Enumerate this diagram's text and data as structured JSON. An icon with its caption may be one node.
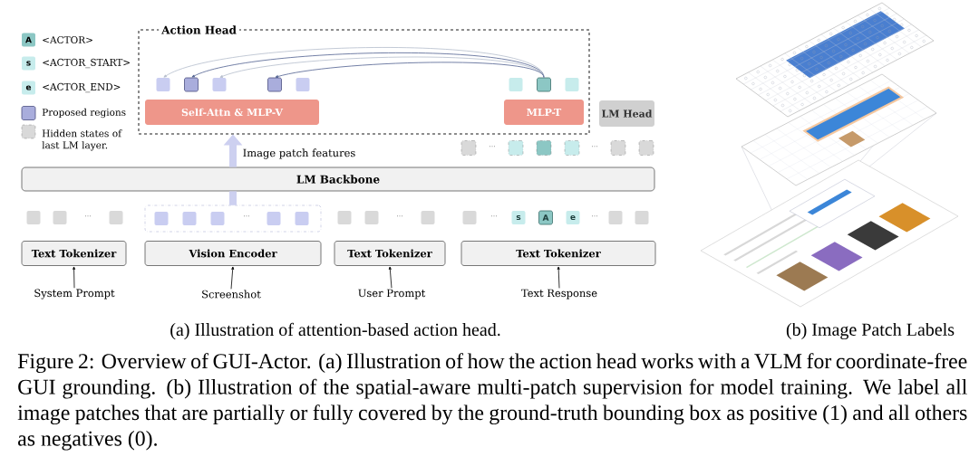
{
  "diagram": {
    "caption": "Figure 2: Overview of GUI-Actor. (a) Illustration of how the action head works with a VLM for coordinate-free GUI grounding. (b) Illustration of the spatial-aware multi-patch supervision for model training. We label all image patches that are partially or fully covered by the ground-truth bounding box as positive (1) and all others as negatives (0).",
    "nodes": [
      {
        "text": [
          "Action Head"
        ]
      },
      {
        "text": [],
        "shape": "box",
        "in": 0
      },
      {
        "text": [],
        "shape": "box",
        "in": 0
      },
      {
        "text": [],
        "shape": "box",
        "in": 0
      },
      {
        "text": [],
        "shape": "box",
        "in": 0
      },
      {
        "text": [],
        "shape": "box",
        "in": 0
      },
      {
        "text": [],
        "shape": "box",
        "in": 0
      },
      {
        "text": [],
        "shape": "box",
        "in": 0
      },
      {
        "text": [],
        "shape": "box",
        "in": 0
      },
      {
        "text": [
          "Self-Attn & MLP-V"
        ],
        "in": 0
      },
      {
        "text": [
          "MLP-T"
        ],
        "in": 0
      },
      {
        "text": [
          "LM Head"
        ]
      },
      {
        "text": [],
        "shape": "box"
      },
      {
        "text": [],
        "shape": "box"
      },
      {
        "text": [],
        "shape": "box"
      },
      {
        "text": [],
        "shape": "box"
      },
      {
        "text": [],
        "shape": "box"
      },
      {
        "text": [],
        "shape": "box"
      },
      {
        "text": [
          "LM Backbone"
        ]
      },
      {
        "text": [],
        "shape": "box"
      },
      {
        "text": [],
        "shape": "box"
      },
      {
        "text": [],
        "shape": "box"
      },
      {
        "text": [],
        "shape": "box"
      },
      {
        "text": [],
        "shape": "box",
        "in": 22
      },
      {
        "text": [],
        "shape": "box",
        "in": 22
      },
      {
        "text": [],
        "shape": "box",
        "in": 22
      },
      {
        "text": [],
        "shape": "box",
        "in": 22
      },
      {
        "text": [],
        "shape": "box",
        "in": 22
      },
      {
        "text": [],
        "shape": "box"
      },
      {
        "text": [],
        "shape": "box"
      },
      {
        "text": [],
        "shape": "box"
      },
      {
        "text": [],
        "shape": "box"
      },
      {
        "text": [
          "s"
        ]
      },
      {
        "text": [
          "A"
        ]
      },
      {
        "text": [
          "e"
        ]
      },
      {
        "text": [],
        "shape": "box"
      },
      {
        "text": [],
        "shape": "box"
      },
      {
        "text": [
          "Text Tokenizer"
        ]
      },
      {
        "text": [
          "Vision Encoder"
        ]
      },
      {
        "text": [
          "Text Tokenizer"
        ]
      },
      {
        "text": [
          "Text Tokenizer"
        ]
      },
      {
        "text": [
          "System Prompt"
        ]
      },
      {
        "text": [
          "Screenshot"
        ]
      },
      {
        "text": [
          "User Prompt"
        ]
      },
      {
        "text": [
          "Text Response"
        ]
      }
    ],
    "edges": [
      {
        "from": 7,
        "to": 1,
        "arrow": "to",
        "color": "#b4bccb"
      },
      {
        "from": 7,
        "to": 2,
        "arrow": "to",
        "color": "#4f5f8f"
      },
      {
        "from": 7,
        "to": 3,
        "arrow": "to",
        "color": "#b4bccb"
      },
      {
        "from": 7,
        "to": 4,
        "arrow": "to",
        "color": "#4f5f8f"
      },
      {
        "from": 18,
        "to": 0,
        "arrow": "to",
        "label": "Image patch features",
        "style": "thick",
        "color": "#cdd0f0"
      },
      {
        "from": 22,
        "to": 18,
        "arrow": "none",
        "style": "thick",
        "color": "#cdd0f0"
      },
      {
        "from": 41,
        "to": 37,
        "arrow": "to"
      },
      {
        "from": 42,
        "to": 38,
        "arrow": "to"
      },
      {
        "from": 43,
        "to": 39,
        "arrow": "to"
      },
      {
        "from": 44,
        "to": 40,
        "arrow": "to"
      }
    ],
    "labels": [
      "A",
      "s",
      "e",
      "···",
      "···",
      "···",
      "···",
      "···",
      "···",
      "···",
      "(a) Illustration of attention-based action head.",
      "(b) Image Patch Labels"
    ],
    "legend": [
      {
        "text": "<ACTOR>",
        "color": "#8cc7c4"
      },
      {
        "text": "<ACTOR_START>",
        "color": "#c7ecec"
      },
      {
        "text": "<ACTOR_END>",
        "color": "#c7ecec"
      },
      {
        "text": "Proposed regions"
      },
      {
        "text": "Hidden states of last LM layer."
      }
    ]
  }
}
